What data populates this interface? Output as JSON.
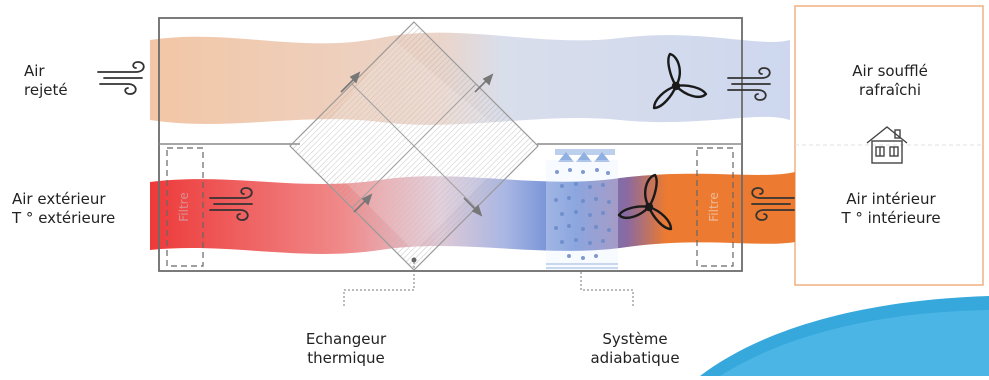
{
  "labels": {
    "air_rejete": "Air\nrejeté",
    "air_exterieur": "Air extérieur\nT ° extérieure",
    "air_souffle": "Air soufflé\nrafraîchi",
    "air_interieur": "Air intérieur\nT ° intérieure",
    "echangeur": "Echangeur\nthermique",
    "adiabatique": "Système\nadiabatique",
    "filtre_left": "Filtre",
    "filtre_right": "Filtre"
  },
  "icons": {
    "wind": "wind-icon",
    "fan": "fan-icon",
    "house": "house-icon",
    "spray": "spray-nozzle-icon"
  },
  "colors": {
    "exhaust": "#f1c4a4",
    "outdoor": "#ee4040",
    "supply": "#c9d4ec",
    "indoor": "#ec7a30",
    "cooled": "#5b7fd0",
    "box_border": "#6c6c6c",
    "building_border": "#f0b080"
  }
}
